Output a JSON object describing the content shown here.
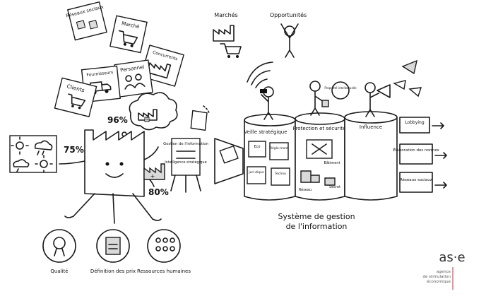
{
  "papers": {
    "reseaux_sociaux": "Réseaux sociaux",
    "marche": "Marché",
    "concurrents": "Concurrents",
    "personnel": "Personnel",
    "fournisseurs": "Fournisseurs",
    "clients": "Clients"
  },
  "top": {
    "marches": "Marchés",
    "opportunites": "Opportunités"
  },
  "percentages": {
    "p96": "96%",
    "p75": "75%",
    "p80": "80%"
  },
  "easel": {
    "line1": "Gestion de l'information",
    "line2": "Intelligence stratégique"
  },
  "cylinders": {
    "veille": "Veille stratégique",
    "protection": "Protection et sécurité",
    "influence": "Influence",
    "veille_cards": [
      "Eco",
      "Régle-ment",
      "Juri-dique",
      "Techno"
    ],
    "protection_cards": [
      "Bâtiment",
      "Réseau",
      "Secret"
    ],
    "stamp": "Propriété intellectuelle"
  },
  "outputs": [
    "Lobbying",
    "Élaboration des normes",
    "Réseaux sociaux"
  ],
  "system_title": {
    "line1": "Système de gestion",
    "line2": "de l'information"
  },
  "bottom": {
    "qualite": "Qualité",
    "prix": "Définition des prix",
    "rh": "Ressources humaines"
  },
  "logo": {
    "mark": "as·e",
    "sub1": "agence",
    "sub2": "de stimulation",
    "sub3": "économique",
    "accent": "#c0283c"
  }
}
